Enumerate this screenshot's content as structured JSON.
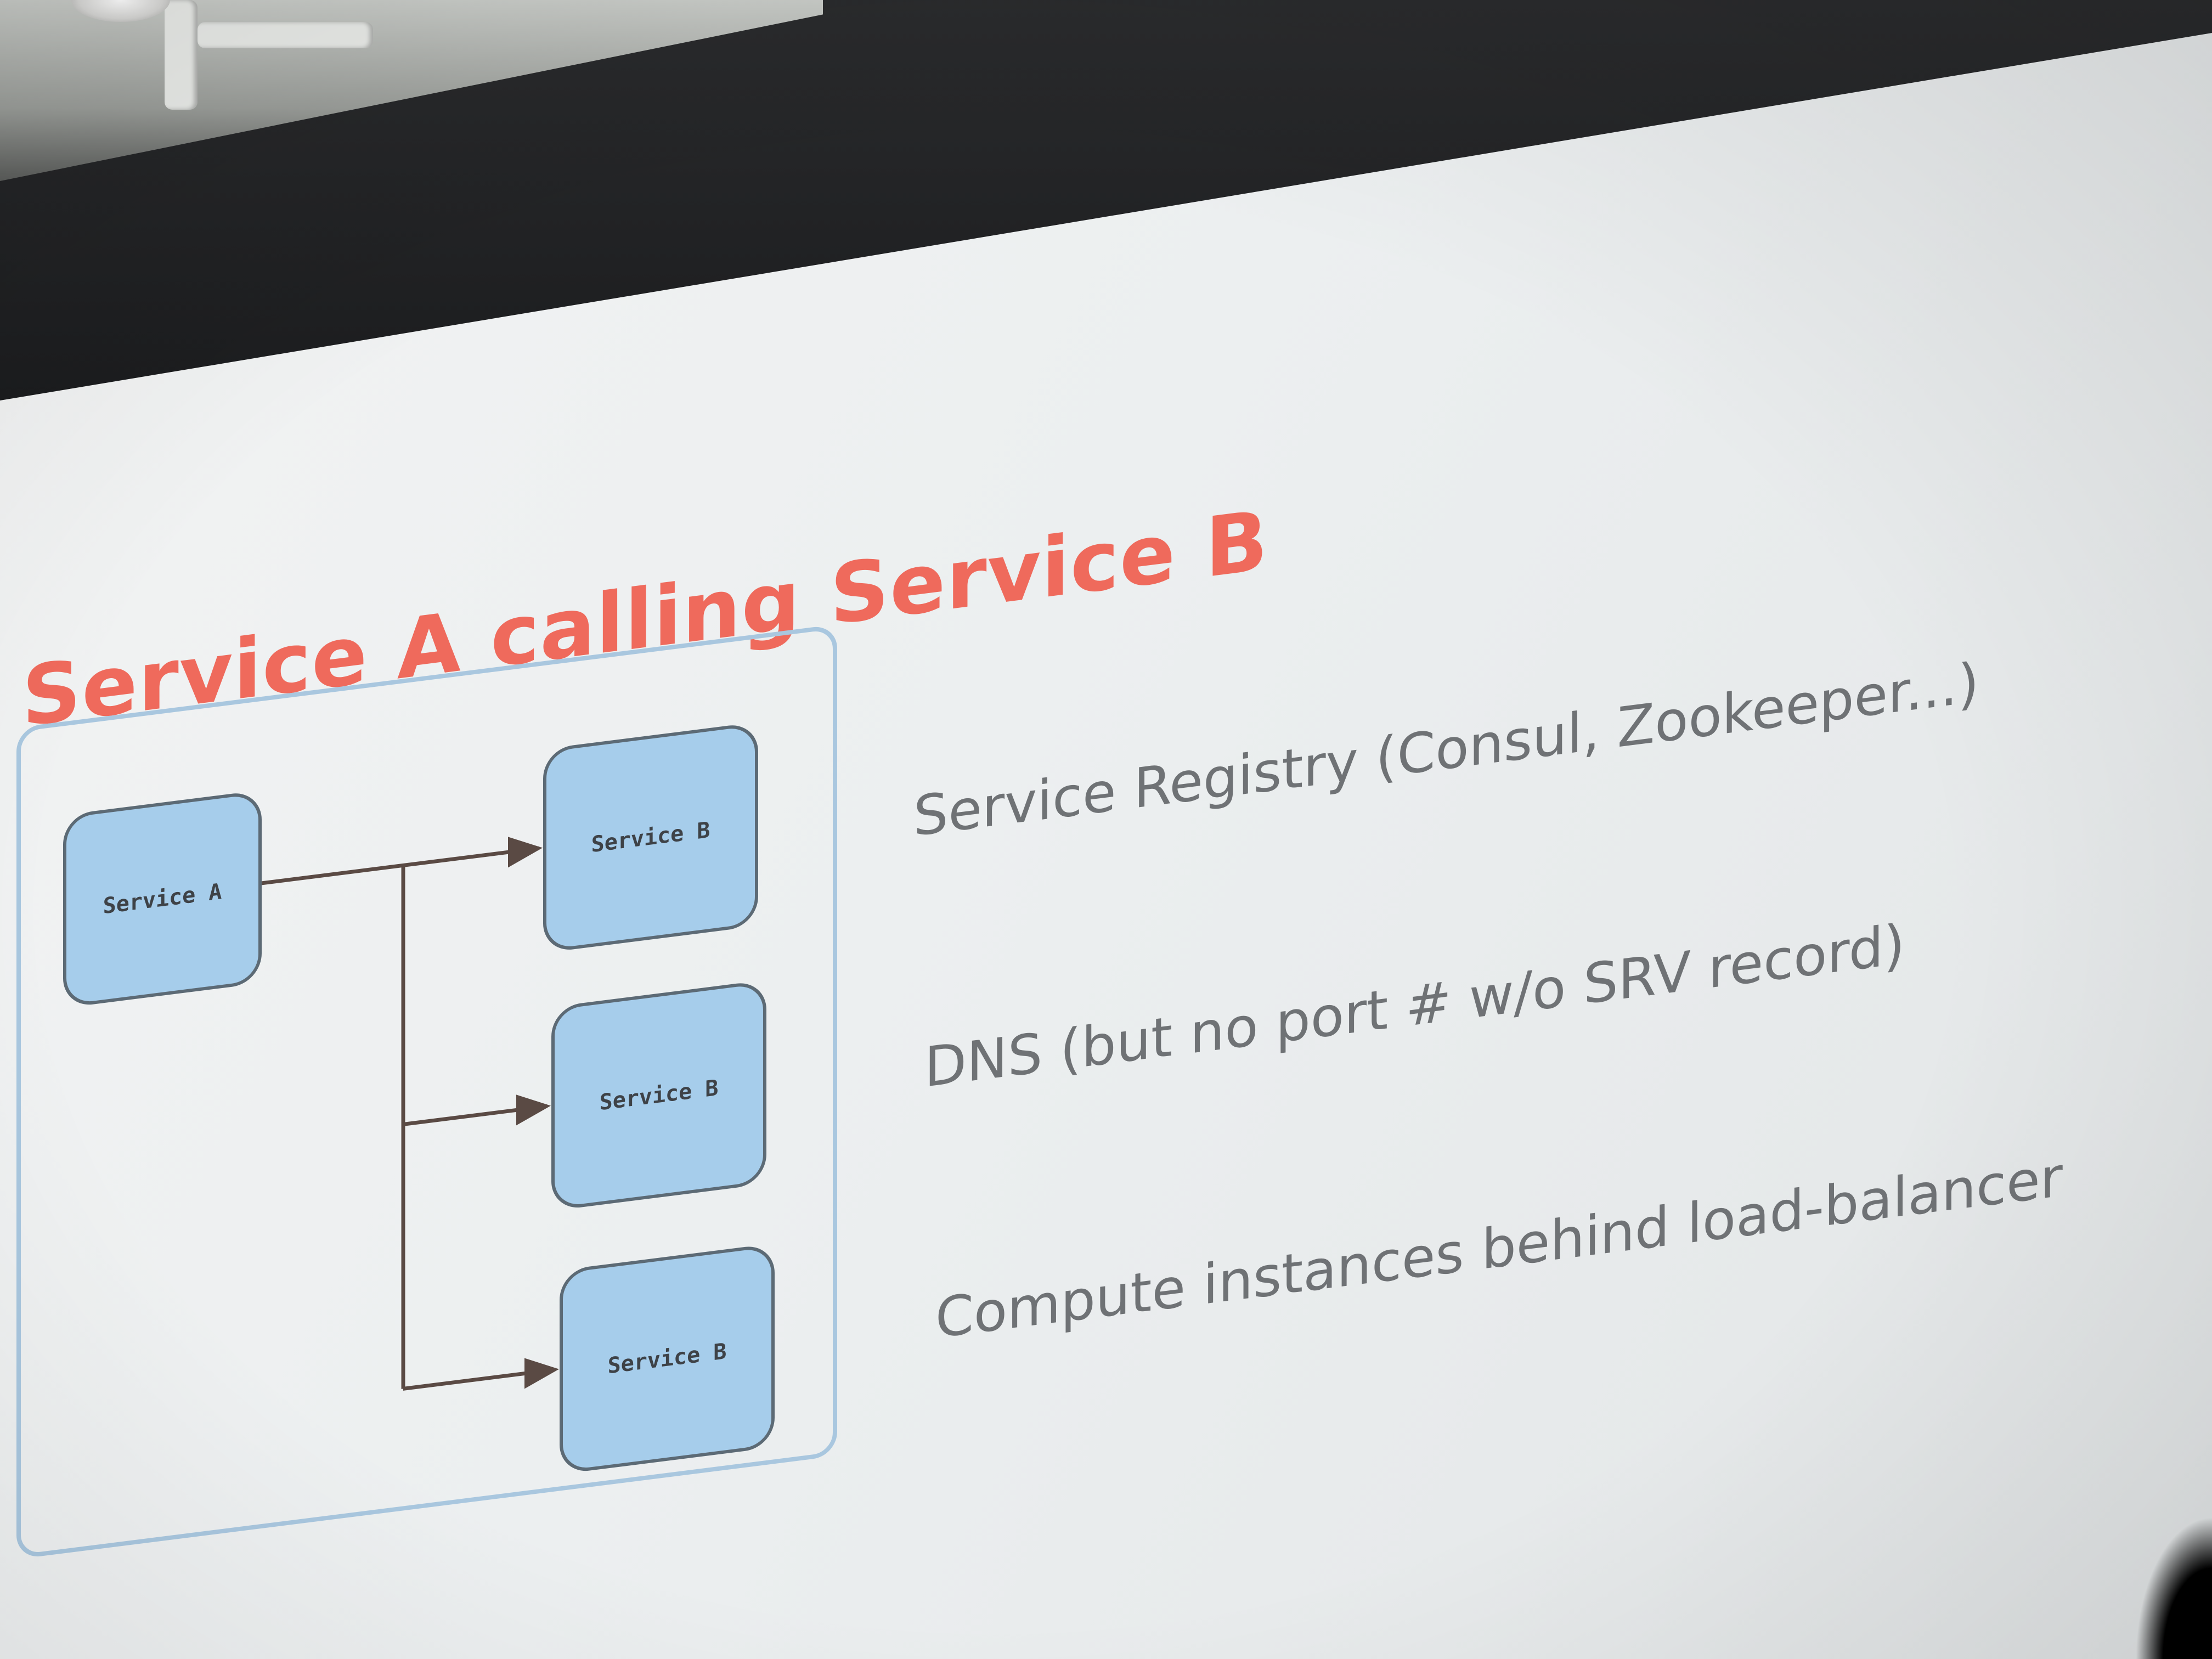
{
  "slide": {
    "title": "Service A calling Service B",
    "diagram": {
      "source_node": {
        "label": "Service A"
      },
      "target_nodes": [
        {
          "label": "Service B"
        },
        {
          "label": "Service B"
        },
        {
          "label": "Service B"
        }
      ]
    },
    "bullets": [
      "Service Registry (Consul, Zookeeper...)",
      "DNS (but no port # w/o SRV record)",
      "Compute instances behind load-balancer"
    ]
  },
  "colors": {
    "title": "#ef6a5c",
    "node_fill": "#a6cdeb",
    "node_border": "#5c6a75",
    "frame_border": "#a9c7df",
    "arrow": "#5a4a44",
    "bullet_text": "#6f7275"
  }
}
